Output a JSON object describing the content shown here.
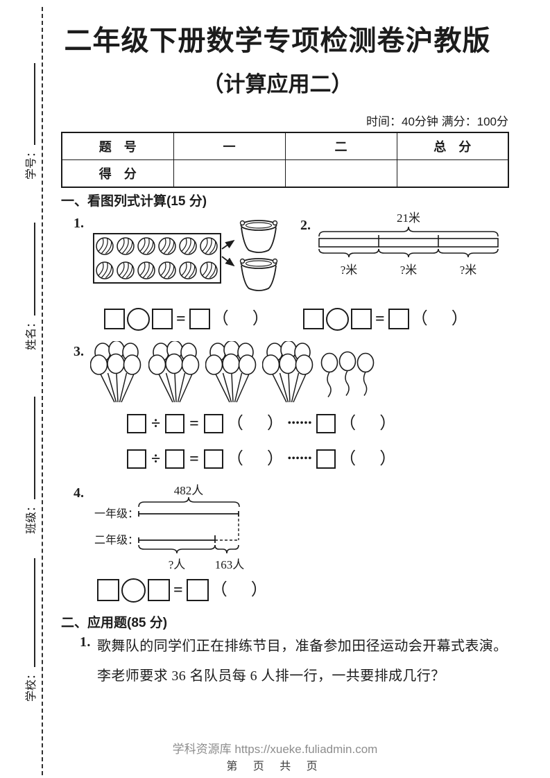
{
  "page": {
    "title": "二年级下册数学专项检测卷沪教版",
    "subtitle": "（计算应用二）",
    "meta": "时间：40分钟  满分：100分"
  },
  "sidebar": {
    "student_no_label": "学号：",
    "name_label": "姓名：",
    "class_label": "班级：",
    "school_label": "学校："
  },
  "score_table": {
    "r1": [
      "题　号",
      "一",
      "二",
      "总　分"
    ],
    "r2_label": "得　分"
  },
  "section_one": {
    "heading": "一、看图列式计算(15 分)",
    "p1_num": "1.",
    "p2_num": "2.",
    "p3_num": "3.",
    "p4_num": "4.",
    "p2": {
      "total": "21米",
      "part1": "?米",
      "part2": "?米",
      "part3": "?米"
    },
    "p4": {
      "total": "482人",
      "grade1": "一年级：",
      "grade2": "二年级：",
      "unknown": "?人",
      "diff": "163人"
    }
  },
  "symbols": {
    "equals": "=",
    "divide": "÷",
    "paren_open": "（",
    "paren_close": "）",
    "dots": "••••••"
  },
  "section_two": {
    "heading": "二、应用题(85 分)",
    "p1_num": "1.",
    "p1_line1": "歌舞队的同学们正在排练节目，准备参加田径运动会开幕式表演。",
    "p1_line2": "李老师要求 36 名队员每 6 人排一行，一共要排成几行？"
  },
  "footer": {
    "source": "学科资源库 https://xueke.fuliadmin.com",
    "page_info": "第 页 共 页"
  }
}
